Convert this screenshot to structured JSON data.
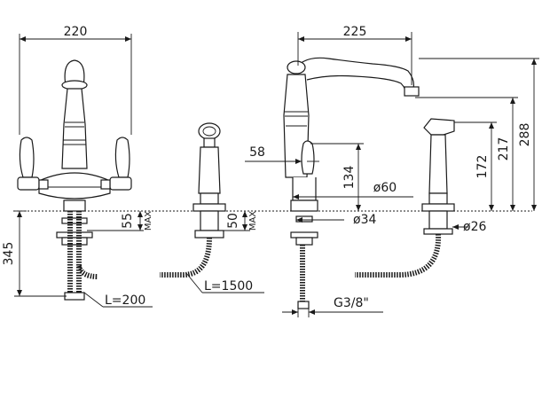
{
  "front_view": {
    "width_label": "220",
    "depth_label": "345",
    "spout_clearance_label": "55",
    "max_label": "MAX",
    "hose_length_label": "L=200"
  },
  "shower_front": {
    "clearance_label": "50",
    "max_label": "MAX",
    "hose_length_label": "L=1500"
  },
  "side_view": {
    "reach_label": "225",
    "offset_label": "58",
    "height_134_label": "134",
    "diameter_60_label": "ø60",
    "diameter_34_label": "ø34",
    "thread_label": "G3/8\""
  },
  "shower_side": {
    "height_172_label": "172",
    "height_217_label": "217",
    "height_288_label": "288",
    "diameter_26_label": "ø26"
  }
}
